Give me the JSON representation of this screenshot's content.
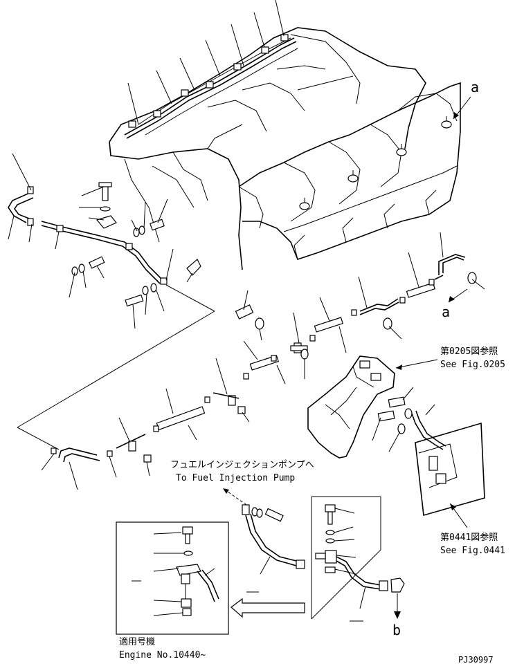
{
  "callouts": {
    "a_top": "a",
    "a_mid": "a",
    "b_bottom": "b"
  },
  "references": {
    "fig0205_jp": "第0205図参照",
    "fig0205_en": "See Fig.0205",
    "fig0441_jp": "第0441図参照",
    "fig0441_en": "See Fig.0441"
  },
  "destination": {
    "jp": "フュエルインジェクションポンプへ",
    "en": "To Fuel Injection Pump"
  },
  "applicability": {
    "jp": "適用号機",
    "en": "Engine No.10440~"
  },
  "drawing_number": "PJ30997"
}
